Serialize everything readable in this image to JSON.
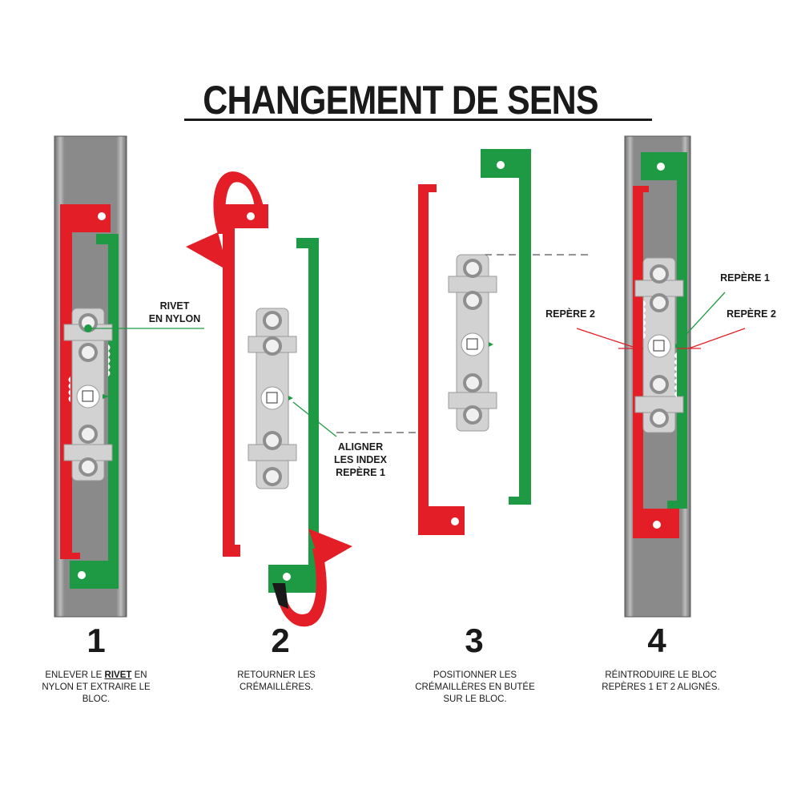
{
  "title": "CHANGEMENT DE SENS",
  "steps": [
    {
      "number": "1",
      "text_before": "ENLEVER LE ",
      "text_bold": "RIVET",
      "text_after": " EN NYLON ET EXTRAIRE LE BLOC."
    },
    {
      "number": "2",
      "text": "RETOURNER LES CRÉMAILLÈRES."
    },
    {
      "number": "3",
      "text": "POSITIONNER LES CRÉMAILLÈRES EN BUTÉE SUR LE BLOC."
    },
    {
      "number": "4",
      "text": "RÉINTRODUIRE LE BLOC REPÈRES 1 ET 2 ALIGNÉS."
    }
  ],
  "callouts": {
    "rivet_line1": "RIVET",
    "rivet_line2": "EN NYLON",
    "align_line1": "ALIGNER",
    "align_line2": "LES INDEX",
    "align_line3": "REPÈRE 1",
    "repere1": "REPÈRE 1",
    "repere2_left": "REPÈRE 2",
    "repere2_right": "REPÈRE 2"
  },
  "colors": {
    "red": "#e41e26",
    "green": "#1f9a44",
    "rail": "#8c8c8c",
    "block": "#d2d2d2",
    "text": "#1a1a1a"
  }
}
